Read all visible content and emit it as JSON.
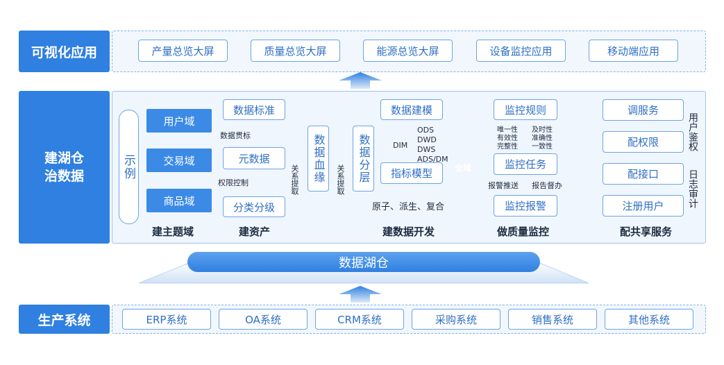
{
  "top": {
    "label": "可视化应用",
    "items": [
      "产量总览大屏",
      "质量总览大屏",
      "能源总览大屏",
      "设备监控应用",
      "移动端应用"
    ]
  },
  "middle": {
    "label": "建湖仓\n治数据",
    "example": "示例",
    "domains": [
      "用户域",
      "交易域",
      "商品域"
    ],
    "caption_domain": "建主题域",
    "asset": {
      "standard": "数据标准",
      "meta": "元数据",
      "classify": "分类分级",
      "note_consistency": "数据贯标",
      "note_permission": "权限控制",
      "lineage": "数据血缘",
      "note_extract1": "关系提取",
      "caption": "建资产"
    },
    "dev": {
      "layer": "数据分层",
      "note_extract2": "关系提取",
      "modeling": "数据建模",
      "dim": "DIM",
      "layers_list": "ODS\nDWD\nDWS\nADS/DM",
      "metric_model": "指标模型",
      "metric_types": "原子、派生、复合",
      "caption": "建数据开发"
    },
    "quality": {
      "arrow_label": "全域",
      "rule": "监控规则",
      "props_left": "唯一性\n有效性\n完整性",
      "props_right": "及时性\n准确性\n一致性",
      "task": "监控任务",
      "note_push": "报警推送",
      "note_supervise": "报告督办",
      "alarm": "监控报警",
      "caption": "做质量监控"
    },
    "share": {
      "items": [
        "调服务",
        "配权限",
        "配接口",
        "注册用户"
      ],
      "side1": "用户鉴权",
      "side2": "日志审计",
      "caption": "配共享服务"
    }
  },
  "lake": {
    "label": "数据湖仓"
  },
  "bottom": {
    "label": "生产系统",
    "items": [
      "ERP系统",
      "OA系统",
      "CRM系统",
      "采购系统",
      "销售系统",
      "其他系统"
    ]
  },
  "colors": {
    "primary": "#2f80e0",
    "border": "#6aa4e6",
    "panel": "#f2f7fd"
  }
}
